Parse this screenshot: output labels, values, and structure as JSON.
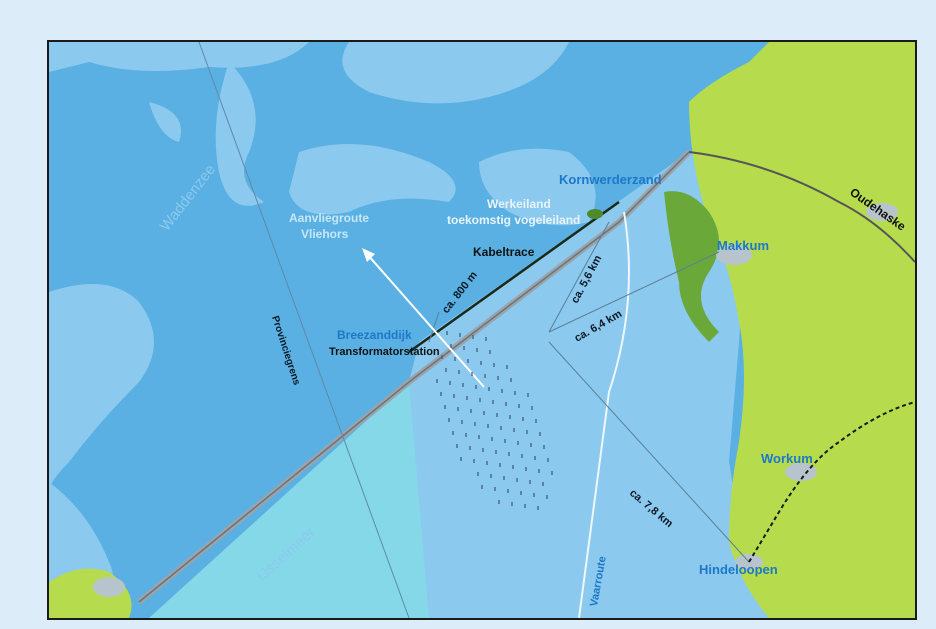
{
  "map": {
    "water_labels": {
      "waddenzee": "Waddenzee",
      "ijsselmeer": "IJsselmeer",
      "vaarroute": "Vaarroute"
    },
    "places": {
      "kornwerderzand": "Kornwerderzand",
      "makkum": "Makkum",
      "oudehaske": "Oudehaske",
      "breezanddijk": "Breezanddijk",
      "workum": "Workum",
      "hindeloopen": "Hindeloopen"
    },
    "features": {
      "werkeiland_line1": "Werkeiland",
      "werkeiland_line2": "toekomstig vogeleiland",
      "aanvliegroute_line1": "Aanvliegroute",
      "aanvliegroute_line2": "Vliehors",
      "kabeltrace": "Kabeltrace",
      "transformatorstation": "Transformatorstation",
      "provinciegrens": "Provinciegrens"
    },
    "distances": {
      "d800": "ca. 800 m",
      "d56": "ca. 5,6 km",
      "d64": "ca. 6,4 km",
      "d78": "ca. 7,8 km"
    },
    "colors": {
      "wadden_water": "#5ab0e2",
      "shallow_water": "#8cc9ee",
      "ijsselmeer_water": "#84d8e8",
      "land": "#b6dc4e",
      "place_label": "#1d78c8"
    },
    "windpark": {
      "turbine_rows": 14,
      "turbines_per_row": 8
    }
  }
}
